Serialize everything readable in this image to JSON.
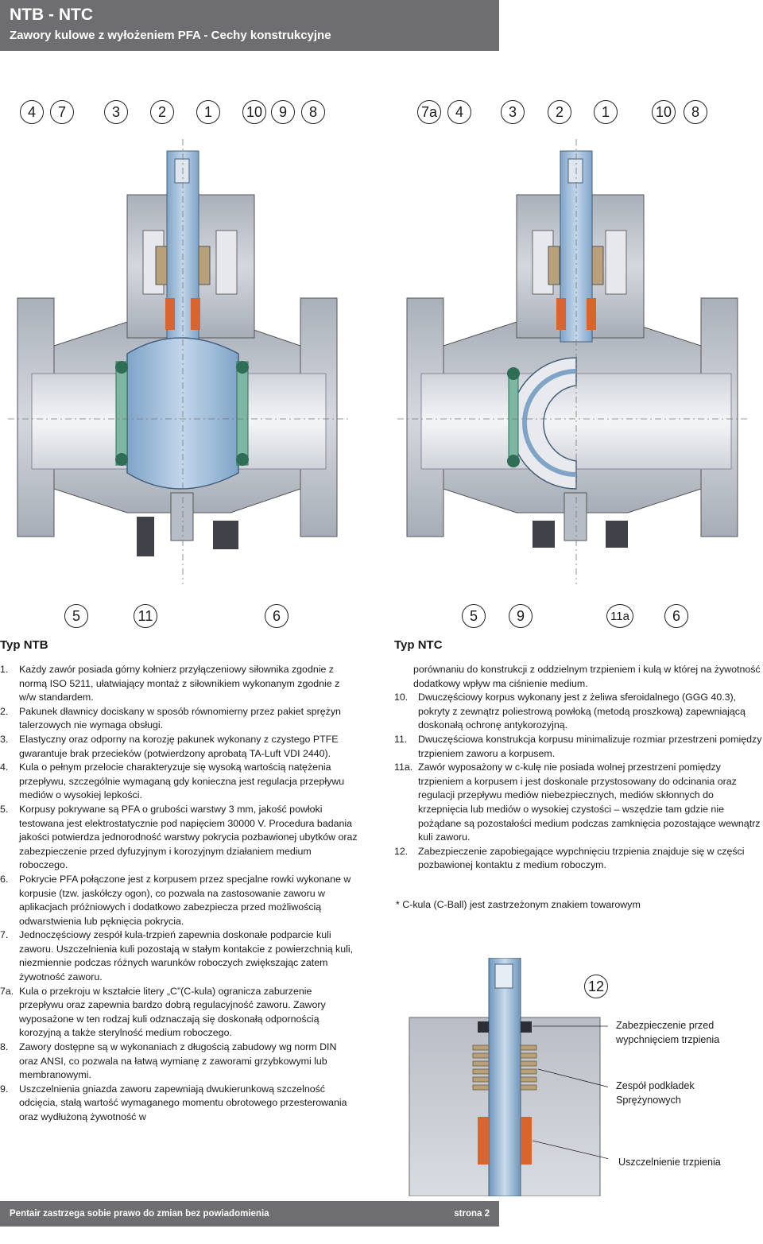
{
  "header": {
    "title": "NTB - NTC",
    "subtitle": "Zawory kulowe z wyłożeniem PFA - Cechy konstrukcyjne"
  },
  "callouts_top_left": [
    "4",
    "7",
    "3",
    "2",
    "1",
    "10",
    "9",
    "8"
  ],
  "callouts_top_right": [
    "7a",
    "4",
    "3",
    "2",
    "1",
    "10",
    "8"
  ],
  "callouts_bottom_left": [
    "5",
    "11",
    "6"
  ],
  "callouts_bottom_right": [
    "5",
    "9",
    "11a",
    "6"
  ],
  "left_section": {
    "title": "Typ NTB",
    "items": [
      {
        "num": "1.",
        "text": "Każdy zawór posiada górny kołnierz przyłączeniowy siłownika zgodnie z normą ISO 5211, ułatwiający montaż z siłownikiem wykonanym zgodnie z w/w standardem."
      },
      {
        "num": "2.",
        "text": "Pakunek dławnicy dociskany w sposób równomierny przez pakiet sprężyn talerzowych nie wymaga obsługi."
      },
      {
        "num": "3.",
        "text": "Elastyczny oraz odporny na korozję pakunek wykonany z czystego PTFE gwarantuje brak przecieków (potwierdzony aprobatą TA-Luft VDI 2440)."
      },
      {
        "num": "4.",
        "text": "Kula o pełnym przelocie charakteryzuje się wysoką wartością natężenia przepływu, szczególnie wymaganą gdy konieczna jest regulacja przepływu mediów o wysokiej lepkości."
      },
      {
        "num": "5.",
        "text": "Korpusy pokrywane są PFA o grubości warstwy 3 mm, jakość powłoki testowana jest elektrostatycznie pod napięciem 30000 V. Procedura badania jakości potwierdza jednorodność warstwy pokrycia pozbawionej ubytków oraz zabezpieczenie przed dyfuzyjnym i korozyjnym działaniem medium roboczego."
      },
      {
        "num": "6.",
        "text": "Pokrycie PFA połączone jest z korpusem przez specjalne rowki wykonane w korpusie (tzw. jaskółczy ogon), co pozwala na zastosowanie zaworu w aplikacjach próżniowych i dodatkowo zabezpiecza przed możliwością odwarstwienia lub pęknięcia pokrycia."
      },
      {
        "num": "7.",
        "text": "Jednoczęściowy zespół kula-trzpień zapewnia doskonałe podparcie kuli zaworu. Uszczelnienia kuli pozostają w stałym kontakcie z powierzchnią kuli, niezmiennie podczas różnych warunków roboczych zwiększając zatem żywotność zaworu."
      },
      {
        "num": "7a.",
        "text": "Kula o przekroju w kształcie litery „C”(C-kula) ogranicza zaburzenie przepływu oraz zapewnia bardzo dobrą regulacyjność zaworu. Zawory wyposażone w ten rodzaj kuli odznaczają się doskonałą odpornością korozyjną a także sterylność medium roboczego."
      },
      {
        "num": "8.",
        "text": "Zawory dostępne są w wykonaniach z długością zabudowy wg norm DIN oraz ANSI, co pozwala na łatwą wymianę z zaworami grzybkowymi lub membranowymi."
      },
      {
        "num": "9.",
        "text": "Uszczelnienia gniazda zaworu zapewniają dwukierunkową szczelność odcięcia, stałą wartość wymaganego momentu obrotowego przesterowania oraz wydłużoną żywotność w"
      }
    ]
  },
  "right_section": {
    "title": "Typ NTC",
    "continuation": "porównaniu do konstrukcji z oddzielnym trzpieniem i kulą w której na żywotność dodatkowy wpływ ma ciśnienie medium.",
    "items": [
      {
        "num": "10.",
        "text": "Dwuczęściowy korpus wykonany jest z żeliwa sferoidalnego (GGG 40.3), pokryty z zewnątrz poliestrową powłoką (metodą proszkową) zapewniającą doskonałą ochronę antykorozyjną."
      },
      {
        "num": "11.",
        "text": "Dwuczęściowa konstrukcja korpusu minimalizuje rozmiar przestrzeni pomiędzy trzpieniem zaworu a korpusem."
      },
      {
        "num": "11a.",
        "text": "Zawór wyposażony w c-kulę nie posiada wolnej przestrzeni pomiędzy trzpieniem a korpusem i jest doskonale przystosowany do odcinania oraz regulacji przepływu mediów niebezpiecznych, mediów skłonnych do krzepnięcia lub mediów o wysokiej czystości – wszędzie tam gdzie nie pożądane są pozostałości medium podczas zamknięcia pozostające wewnątrz kuli zaworu."
      },
      {
        "num": "12.",
        "text": "Zabezpieczenie zapobiegające wypchnięciu trzpienia znajduje się w części pozbawionej kontaktu z medium roboczym."
      }
    ],
    "note": "* C-kula (C-Ball) jest zastrzeżonym znakiem towarowym"
  },
  "detail": {
    "callout": "12",
    "label1": "Zabezpieczenie przed wypchnięciem trzpienia",
    "label2": "Zespół podkładek Sprężynowych",
    "label3": "Uszczelnienie trzpienia"
  },
  "footer": {
    "left": "Pentair zastrzega sobie prawo do zmian bez powiadomienia",
    "right": "strona 2"
  },
  "colors": {
    "header_bg": "#6e6e70",
    "body_metal": "#c3c8d0",
    "liner_blue": "#9bbad8",
    "seal_orange": "#d8652f",
    "seat_green": "#2e6e55"
  }
}
